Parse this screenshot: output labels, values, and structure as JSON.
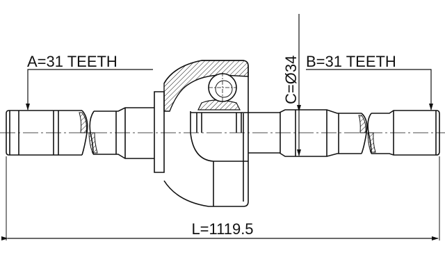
{
  "labels": {
    "a_teeth": "A=31 TEETH",
    "b_teeth": "B=31 TEETH",
    "c_diameter": "C=Ø34",
    "length": "L=1119.5"
  },
  "colors": {
    "line": "#111111",
    "background": "#ffffff"
  }
}
